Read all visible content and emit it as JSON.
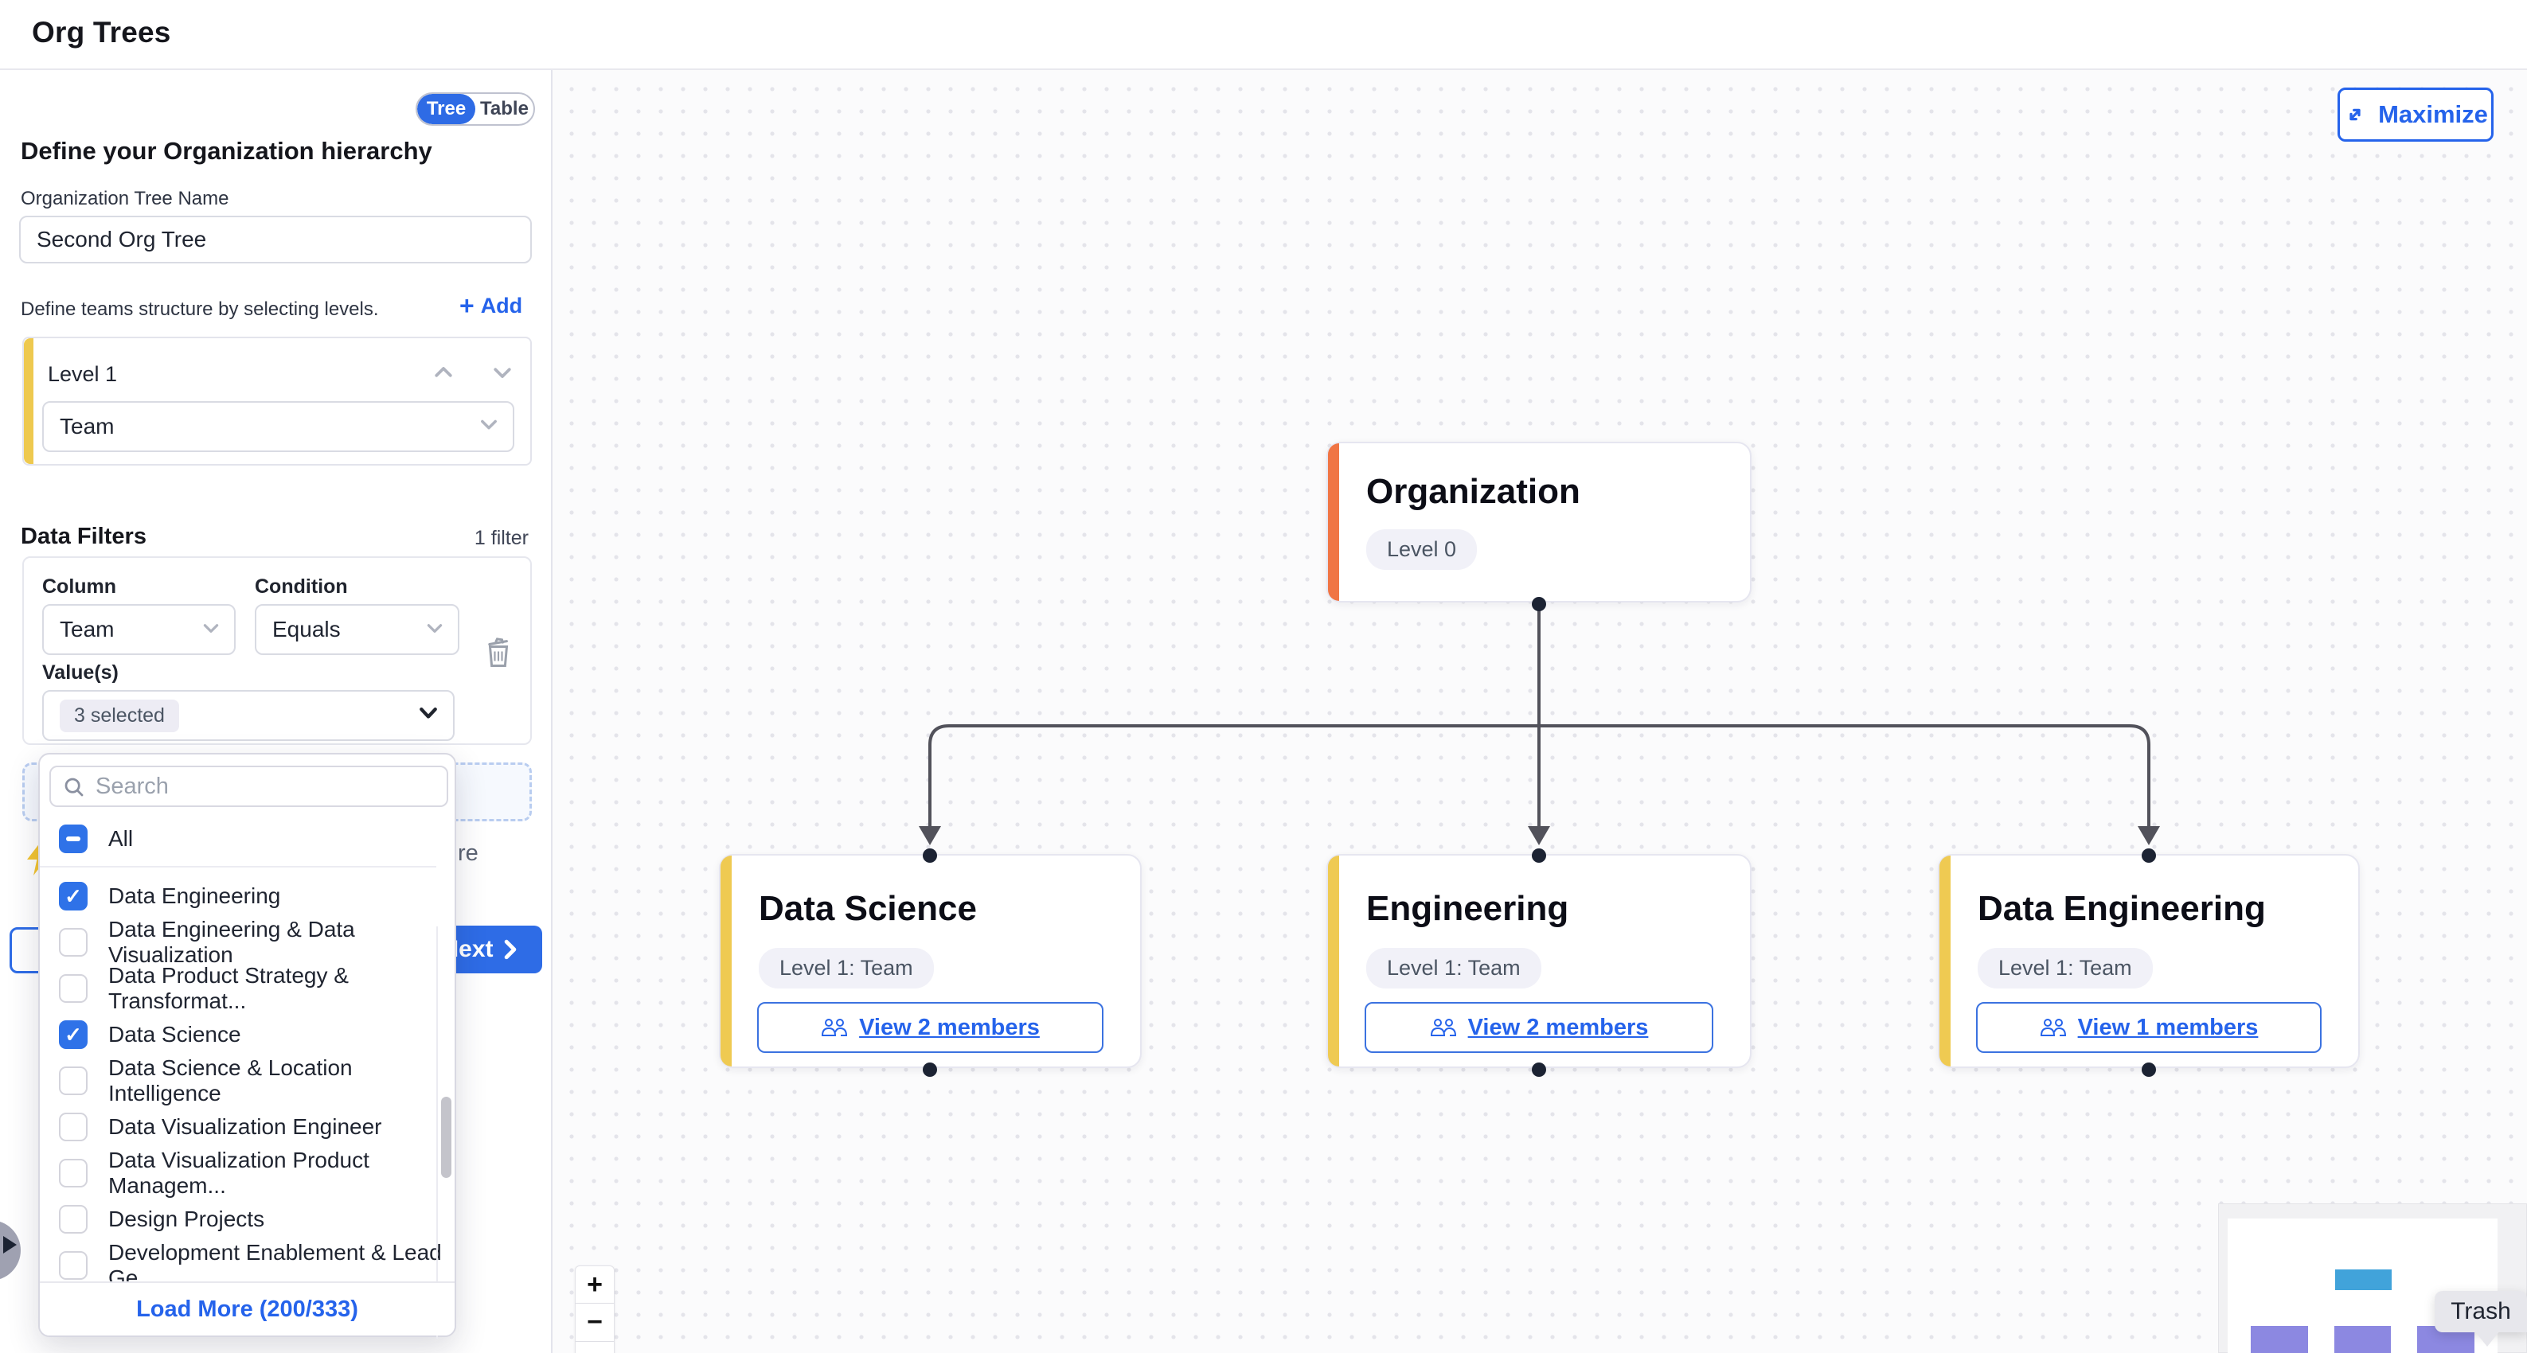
{
  "header": {
    "title": "Org Trees"
  },
  "panel": {
    "view_toggle": {
      "tree": "Tree",
      "table": "Table",
      "active": "Tree"
    },
    "heading": "Define your Organization hierarchy",
    "tree_name": {
      "label": "Organization Tree Name",
      "value": "Second Org Tree"
    },
    "levels": {
      "hint": "Define teams structure by selecting levels.",
      "add_label": "Add",
      "items": [
        {
          "title": "Level 1",
          "value": "Team"
        }
      ]
    },
    "filters": {
      "title": "Data Filters",
      "count": "1 filter",
      "column": {
        "label": "Column",
        "value": "Team"
      },
      "condition": {
        "label": "Condition",
        "value": "Equals"
      },
      "values": {
        "label": "Value(s)",
        "value": "3 selected"
      }
    },
    "hint_visible_fragment": "re",
    "footer": {
      "next": "Next"
    }
  },
  "dropdown": {
    "search_placeholder": "Search",
    "select_all": "All",
    "items": [
      {
        "label": "Data Engineering",
        "checked": true
      },
      {
        "label": "Data Engineering & Data Visualization",
        "checked": false
      },
      {
        "label": "Data Product Strategy & Transformat...",
        "checked": false
      },
      {
        "label": "Data Science",
        "checked": true
      },
      {
        "label": "Data Science & Location Intelligence",
        "checked": false
      },
      {
        "label": "Data Visualization Engineer",
        "checked": false
      },
      {
        "label": "Data Visualization Product Managem...",
        "checked": false
      },
      {
        "label": "Design Projects",
        "checked": false
      },
      {
        "label": "Development Enablement & Lead Ge...",
        "checked": false
      }
    ],
    "load_more": "Load More (200/333)"
  },
  "canvas": {
    "maximize": "Maximize",
    "zoom_in": "+",
    "zoom_out": "−",
    "trash_tooltip": "Trash",
    "nodes": [
      {
        "title": "Organization",
        "badge": "Level 0"
      },
      {
        "title": "Data Science",
        "badge": "Level 1: Team",
        "members": "View 2 members"
      },
      {
        "title": "Engineering",
        "badge": "Level 1: Team",
        "members": "View 2 members"
      },
      {
        "title": "Data Engineering",
        "badge": "Level 1: Team",
        "members": "View 1 members"
      }
    ]
  },
  "colors": {
    "accent_blue": "#2e6ce6",
    "accent_yellow": "#efca52",
    "accent_orange": "#f07544",
    "edge": "#52525b",
    "minimap_root": "#41a3da",
    "minimap_child": "#8c88e1"
  }
}
